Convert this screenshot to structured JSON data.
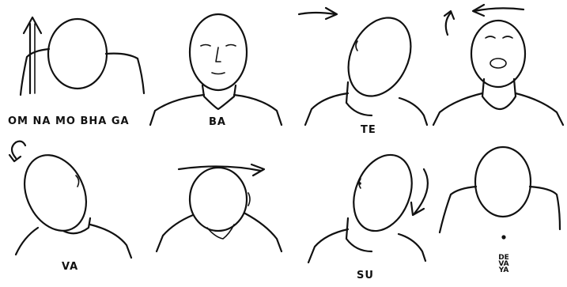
{
  "panels": [
    {
      "label": "OM NA MO  BHA GA"
    },
    {
      "label": "BA"
    },
    {
      "label": "TE"
    },
    {
      "label": ""
    },
    {
      "label": "VA"
    },
    {
      "label": ""
    },
    {
      "label": "SU"
    },
    {
      "label_lines": [
        "DE",
        "VA",
        "YA"
      ]
    }
  ],
  "colors": {
    "ink": "#111111",
    "background": "#ffffff"
  }
}
